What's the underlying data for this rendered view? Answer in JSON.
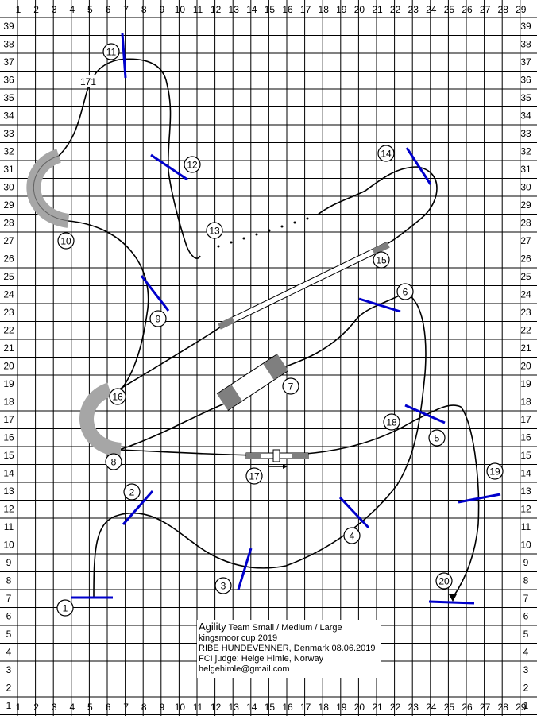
{
  "grid": {
    "columns": [
      "1",
      "2",
      "3",
      "4",
      "5",
      "6",
      "7",
      "8",
      "9",
      "10",
      "11",
      "12",
      "13",
      "14",
      "15",
      "16",
      "17",
      "18",
      "19",
      "20",
      "21",
      "22",
      "23",
      "24",
      "25",
      "26",
      "27",
      "28",
      "29"
    ],
    "rows": [
      "39",
      "38",
      "37",
      "36",
      "35",
      "34",
      "33",
      "32",
      "31",
      "30",
      "29",
      "28",
      "27",
      "26",
      "25",
      "24",
      "23",
      "22",
      "21",
      "20",
      "19",
      "18",
      "17",
      "16",
      "15",
      "14",
      "13",
      "12",
      "11",
      "10",
      "9",
      "8",
      "7",
      "6",
      "5",
      "4",
      "3",
      "2",
      "1"
    ]
  },
  "course": {
    "path_length_label": "171",
    "obstacles": [
      {
        "number": "1",
        "type": "jump"
      },
      {
        "number": "2",
        "type": "jump"
      },
      {
        "number": "3",
        "type": "jump"
      },
      {
        "number": "4",
        "type": "jump"
      },
      {
        "number": "5",
        "type": "jump"
      },
      {
        "number": "6",
        "type": "jump"
      },
      {
        "number": "7",
        "type": "tunnel-a-frame"
      },
      {
        "number": "8",
        "type": "tunnel"
      },
      {
        "number": "9",
        "type": "jump"
      },
      {
        "number": "10",
        "type": "tunnel"
      },
      {
        "number": "11",
        "type": "jump"
      },
      {
        "number": "12",
        "type": "jump"
      },
      {
        "number": "13",
        "type": "weave"
      },
      {
        "number": "14",
        "type": "jump"
      },
      {
        "number": "15",
        "type": "dogwalk"
      },
      {
        "number": "16",
        "type": "tunnel"
      },
      {
        "number": "17",
        "type": "seesaw"
      },
      {
        "number": "18",
        "type": "jump"
      },
      {
        "number": "19",
        "type": "jump"
      },
      {
        "number": "20",
        "type": "jump"
      }
    ]
  },
  "info": {
    "title_word": "Agility",
    "title_rest": "Team Small / Medium / Large",
    "event": "kingsmoor cup 2019",
    "club": "RIBE HUNDEVENNER, Denmark 08.06.2019",
    "judge": "FCI judge: Helge Himle, Norway",
    "email": "helgehimle@gmail.com"
  },
  "colors": {
    "grid": "#000000",
    "jump": "#0000cc",
    "tunnel": "#a6a6a6",
    "path": "#000000"
  }
}
